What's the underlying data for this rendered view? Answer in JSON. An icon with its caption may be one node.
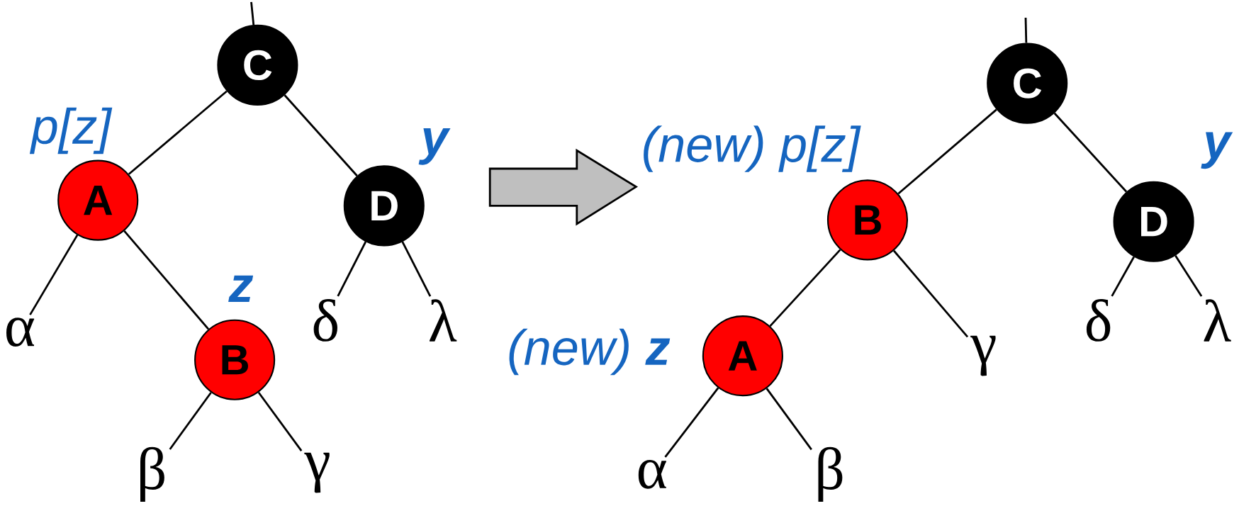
{
  "diagram": {
    "nodes": [
      {
        "text": [
          "C"
        ]
      },
      {
        "text": [
          "A"
        ],
        "beside": [
          "p[z]"
        ]
      },
      {
        "text": [
          "D"
        ],
        "beside": [
          "y"
        ]
      },
      {
        "text": [
          "B"
        ],
        "beside": [
          "z"
        ]
      },
      {
        "text": [
          "α"
        ]
      },
      {
        "text": [
          "β"
        ]
      },
      {
        "text": [
          "γ"
        ]
      },
      {
        "text": [
          "δ"
        ]
      },
      {
        "text": [
          "λ"
        ]
      },
      {
        "text": [
          "C"
        ]
      },
      {
        "text": [
          "B"
        ],
        "beside": [
          "(new) p[z]"
        ]
      },
      {
        "text": [
          "D"
        ],
        "beside": [
          "y"
        ]
      },
      {
        "text": [
          "A"
        ],
        "beside": [
          "(new) **z**"
        ]
      },
      {
        "text": [
          "γ"
        ]
      },
      {
        "text": [
          "δ"
        ]
      },
      {
        "text": [
          "λ"
        ]
      },
      {
        "text": [
          "α"
        ]
      },
      {
        "text": [
          "β"
        ]
      }
    ],
    "edges": [
      {
        "from": null,
        "to": 0,
        "arrow": "none"
      },
      {
        "from": 0,
        "to": 1,
        "arrow": "none"
      },
      {
        "from": 0,
        "to": 2,
        "arrow": "none"
      },
      {
        "from": 1,
        "to": 4,
        "arrow": "none"
      },
      {
        "from": 1,
        "to": 3,
        "arrow": "none"
      },
      {
        "from": 3,
        "to": 5,
        "arrow": "none"
      },
      {
        "from": 3,
        "to": 6,
        "arrow": "none"
      },
      {
        "from": 2,
        "to": 7,
        "arrow": "none"
      },
      {
        "from": 2,
        "to": 8,
        "arrow": "none"
      },
      {
        "from": null,
        "to": 9,
        "arrow": "none"
      },
      {
        "from": 9,
        "to": 10,
        "arrow": "none"
      },
      {
        "from": 9,
        "to": 11,
        "arrow": "none"
      },
      {
        "from": 10,
        "to": 12,
        "arrow": "none"
      },
      {
        "from": 10,
        "to": 13,
        "arrow": "none"
      },
      {
        "from": 12,
        "to": 16,
        "arrow": "none"
      },
      {
        "from": 12,
        "to": 17,
        "arrow": "none"
      },
      {
        "from": 11,
        "to": 14,
        "arrow": "none"
      },
      {
        "from": 11,
        "to": 15,
        "arrow": "none"
      }
    ]
  }
}
